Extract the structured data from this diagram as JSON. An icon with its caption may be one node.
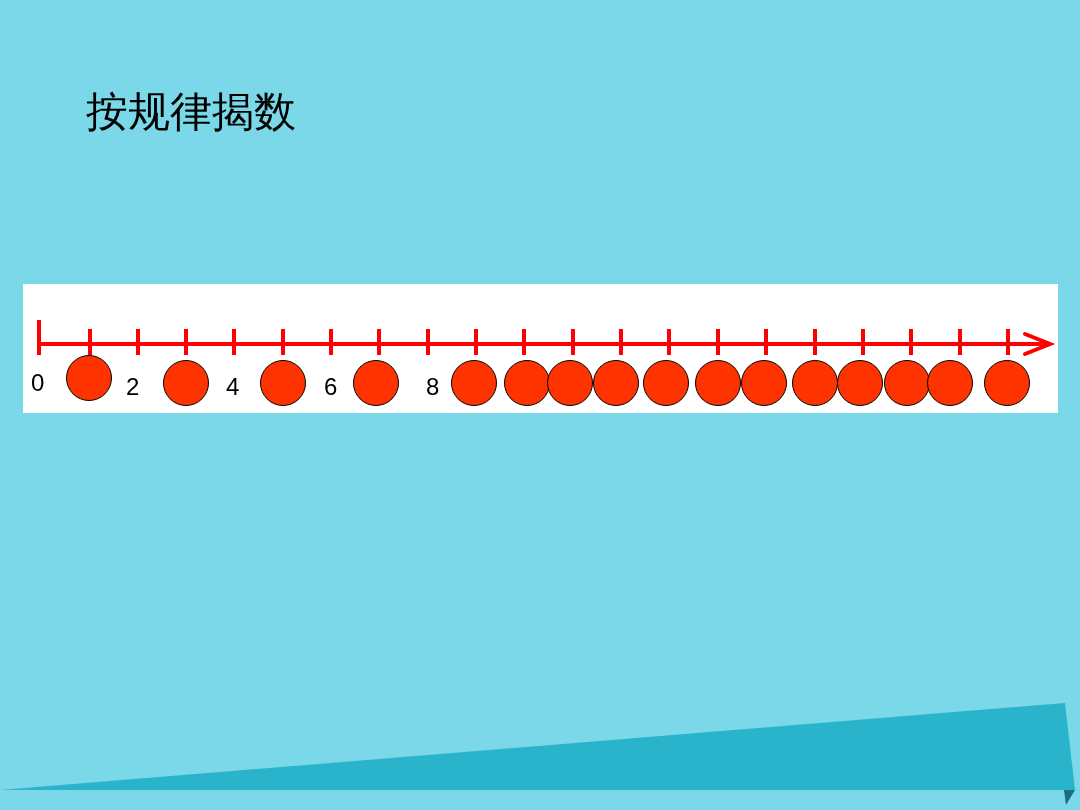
{
  "diagram": {
    "title": "按规律揭数",
    "labels": [
      "0",
      "2",
      "4",
      "6",
      "8"
    ]
  }
}
